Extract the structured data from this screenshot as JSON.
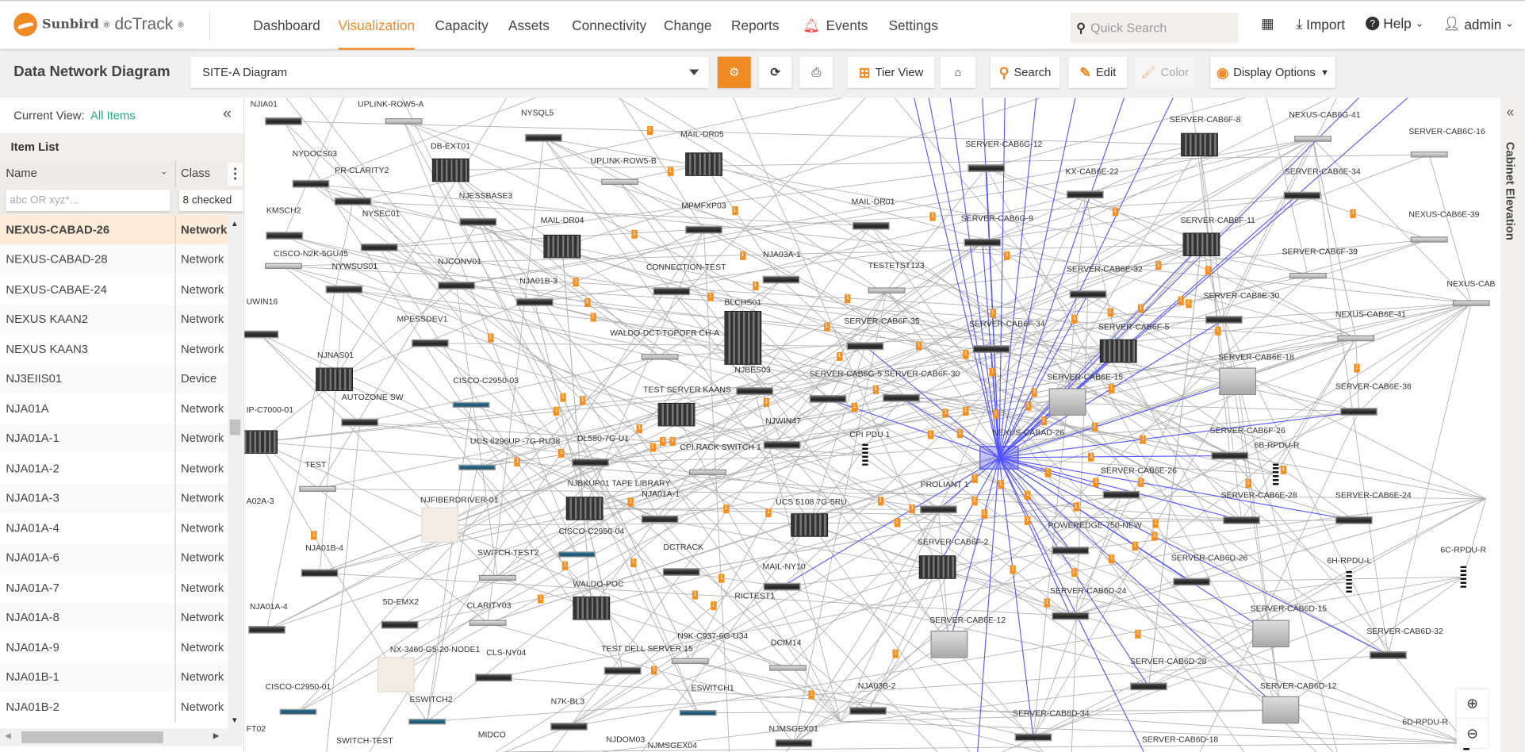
{
  "header": {
    "brand": "Sunbird",
    "product": "dcTrack",
    "nav": [
      {
        "label": "Dashboard",
        "active": false
      },
      {
        "label": "Visualization",
        "active": true
      },
      {
        "label": "Capacity",
        "active": false
      },
      {
        "label": "Assets",
        "active": false
      },
      {
        "label": "Connectivity",
        "active": false
      },
      {
        "label": "Change",
        "active": false
      },
      {
        "label": "Reports",
        "active": false
      },
      {
        "label": "Events",
        "active": false
      },
      {
        "label": "Settings",
        "active": false
      }
    ],
    "quick_search_placeholder": "Quick Search",
    "import_label": "Import",
    "help_label": "Help",
    "user_label": "admin"
  },
  "toolbar": {
    "page_title": "Data Network Diagram",
    "diagram_select": "SITE-A Diagram",
    "tier_view": "Tier View",
    "search": "Search",
    "edit": "Edit",
    "color": "Color",
    "display_options": "Display Options"
  },
  "left_panel": {
    "current_view_label": "Current View:",
    "current_view_value": "All Items",
    "item_list_title": "Item List",
    "col_name": "Name",
    "col_class": "Class",
    "name_filter_placeholder": "abc OR xyz*...",
    "class_filter_value": "8 checked",
    "rows": [
      {
        "name": "NEXUS-CABAD-26",
        "class": "Network",
        "selected": true
      },
      {
        "name": "NEXUS-CABAD-28",
        "class": "Network"
      },
      {
        "name": "NEXUS-CABAE-24",
        "class": "Network"
      },
      {
        "name": "NEXUS KAAN2",
        "class": "Network"
      },
      {
        "name": "NEXUS KAAN3",
        "class": "Network"
      },
      {
        "name": "NJ3EIIS01",
        "class": "Device"
      },
      {
        "name": "NJA01A",
        "class": "Network"
      },
      {
        "name": "NJA01A-1",
        "class": "Network"
      },
      {
        "name": "NJA01A-2",
        "class": "Network"
      },
      {
        "name": "NJA01A-3",
        "class": "Network"
      },
      {
        "name": "NJA01A-4",
        "class": "Network"
      },
      {
        "name": "NJA01A-6",
        "class": "Network"
      },
      {
        "name": "NJA01A-7",
        "class": "Network"
      },
      {
        "name": "NJA01A-8",
        "class": "Network"
      },
      {
        "name": "NJA01A-9",
        "class": "Network"
      },
      {
        "name": "NJA01B-1",
        "class": "Network"
      },
      {
        "name": "NJA01B-2",
        "class": "Network"
      }
    ]
  },
  "right_panel": {
    "title": "Cabinet Elevation"
  },
  "colors": {
    "accent": "#f08a24",
    "selected_links": "#5555ff",
    "links": "#b0b0b0",
    "badge": "#f39020"
  },
  "diagram": {
    "badge_text": "1",
    "nodes": [
      "NJIA01",
      "UPLINK-ROW5-A",
      "NYSQL5",
      "DB-EXT01",
      "NYDOCS03",
      "PR-CLARITY2",
      "KMSCH2",
      "NYSEC01",
      "NJESSBASE3",
      "MAIL-DR04",
      "CISCO-N2K-5GU45",
      "NYWSUS01",
      "NJCONV01",
      "NJA01B-3",
      "UWIN16",
      "MPESSDEV1",
      "NJNAS01",
      "AUTOZONE SW",
      "CISCO-C2950-03",
      "IP-C7000-01",
      "UCS 6296UP -7G-RU38",
      "DL580-7G-U1",
      "TEST",
      "A02A-3",
      "NJBKUP01 TAPE LIBRARY",
      "NJA01A-1",
      "NJFIBERDRIVER-01",
      "CISCO-C2950-04",
      "DCTRACK",
      "NJA01B-4",
      "SWITCH-TEST2",
      "WALDO-POC",
      "CLARITY03",
      "5D-EMX2",
      "NJA01A-4",
      "N9K-C937-6G-U34",
      "TEST DELL SERVER 15",
      "NX-3460-G5-20-NODE1",
      "CLS-NY04",
      "DCIM14",
      "CISCO-C2950-01",
      "ESWITCH2",
      "ESWITCH1",
      "N7K-BL3",
      "NJA03B-2",
      "NJMSGEX01",
      "NJDOM03",
      "NJMSGEX04",
      "MIDCO",
      "SWITCH-TEST",
      "FT02",
      "MAIL-DR05",
      "UPLINK-ROW5-B",
      "MPMFXP03",
      "MAIL-DR01",
      "NJA03A-1",
      "CONNECTION-TEST",
      "TESTETST123",
      "BLCHS01",
      "WALDO-DCT-TOPOFR CH-A",
      "SERVER-CAB6F-35",
      "NJBES03",
      "TEST SERVER KAANS",
      "SERVER-CAB6G-5",
      "SERVER-CAB6F-30",
      "NJWIN47",
      "CPI PDU 1",
      "CPI RACK SWITCH 1",
      "UCS 5108 7G-5RU",
      "MAIL-NY10",
      "RICTEST1",
      "NEXUS-CABAD-26",
      "PROLIANT 1",
      "SERVER-CAB6F-2",
      "POWEREDGE-750-NEW",
      "SERVER-CAB6E-12",
      "SERVER-CAB6D-26",
      "SERVER-CAB6D-24",
      "SERVER-CAB6D-28",
      "SERVER-CAB6D-34",
      "SERVER-CAB6D-18",
      "SERVER-CAB6D-15",
      "SERVER-CAB6D-12",
      "SERVER-CAB6D-32",
      "SERVER-CAB6E-26",
      "SERVER-CAB6E-28",
      "SERVER-CAB6E-24",
      "SERVER-CAB6F-26",
      "6B-RPDU-R",
      "SERVER-CAB6E-15",
      "SERVER-CAB6E-18",
      "SERVER-CAB6E-36",
      "SERVER-CAB6F-5",
      "SERVER-CAB6F-34",
      "SERVER-CAB6E-30",
      "SERVER-CAB6E-32",
      "SERVER-CAB6F-39",
      "NEXUS-CAB6E-41",
      "SERVER-CAB6F-11",
      "SERVER-CAB6G-9",
      "KX-CAB6E-22",
      "SERVER-CAB6G-12",
      "SERVER-CAB6F-8",
      "SERVER-CAB6E-34",
      "NEXUS-CAB6G-41",
      "SERVER-CAB6C-16",
      "NEXUS-CAB6E-39",
      "NEXUS-CAB",
      "6H-RPDU-L",
      "6C-RPDU-R",
      "6D-RPDU-R"
    ],
    "selected_node": "NEXUS-CABAD-26"
  }
}
